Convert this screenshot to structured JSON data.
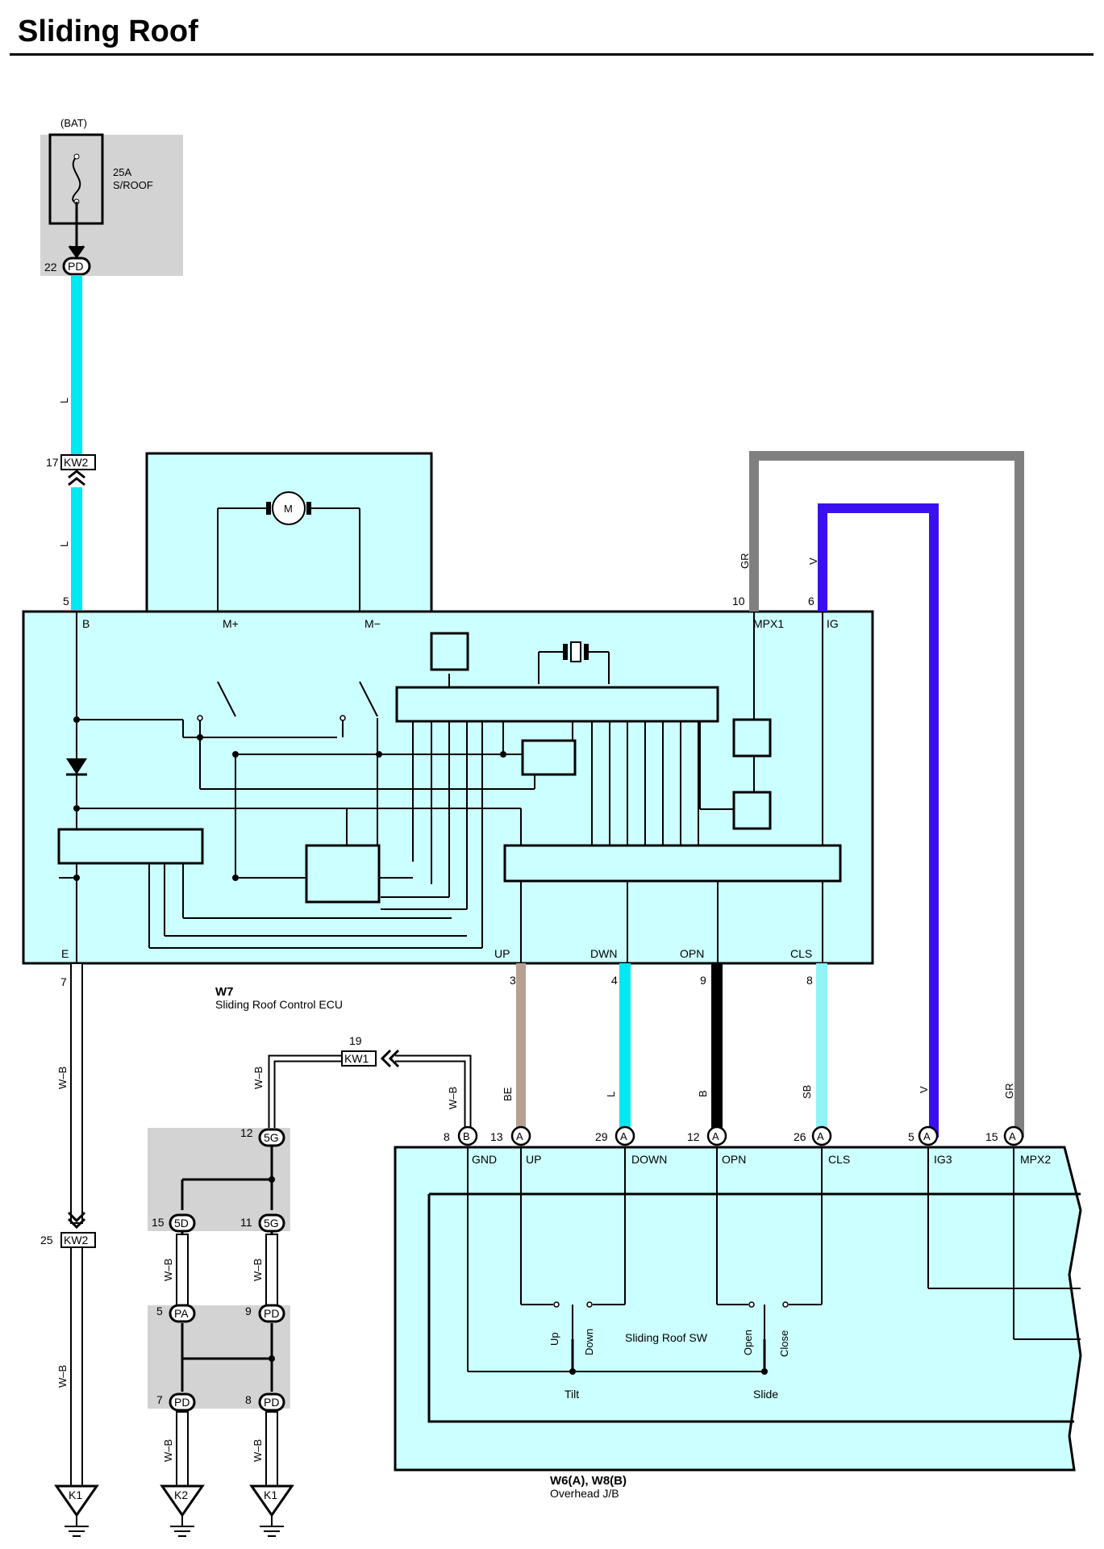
{
  "title": "Sliding Roof",
  "fuse": {
    "source": "(BAT)",
    "rating": "25A",
    "name": "S/ROOF",
    "connector": {
      "pin": "22",
      "code": "PD"
    }
  },
  "splices": {
    "kw2_top": {
      "pin": "17",
      "code": "KW2"
    },
    "kw2_bottom": {
      "pin": "25",
      "code": "KW2"
    },
    "kw1": {
      "pin": "19",
      "code": "KW1"
    }
  },
  "ecu": {
    "id": "W7",
    "name": "Sliding Roof Control ECU",
    "motor": "M",
    "terminals": {
      "B": {
        "label": "B",
        "pin": "5"
      },
      "Mp": {
        "label": "M+"
      },
      "Mm": {
        "label": "M−"
      },
      "MPX1": {
        "label": "MPX1",
        "pin": "10"
      },
      "IG": {
        "label": "IG",
        "pin": "6"
      },
      "E": {
        "label": "E",
        "pin": "7"
      },
      "UP": {
        "label": "UP",
        "pin": "3"
      },
      "DWN": {
        "label": "DWN",
        "pin": "4"
      },
      "OPN": {
        "label": "OPN",
        "pin": "9"
      },
      "CLS": {
        "label": "CLS",
        "pin": "8"
      }
    }
  },
  "wire_colors": {
    "L": {
      "code": "L",
      "hex": "#00e8f0"
    },
    "GR": {
      "code": "GR",
      "hex": "#808080"
    },
    "V": {
      "code": "V",
      "hex": "#3a10f0"
    },
    "WB": {
      "code": "W–B",
      "hex": "#ffffff"
    },
    "BE": {
      "code": "BE",
      "hex": "#b8a090"
    },
    "B": {
      "code": "B",
      "hex": "#000000"
    },
    "SB": {
      "code": "SB",
      "hex": "#90f4f4"
    }
  },
  "jb": {
    "id": "W6(A), W8(B)",
    "name": "Overhead J/B",
    "switch_name": "Sliding Roof SW",
    "tilt": "Tilt",
    "slide": "Slide",
    "up": "Up",
    "down": "Down",
    "open": "Open",
    "close": "Close",
    "pins": {
      "GND": {
        "label": "GND",
        "pin": "8",
        "conn": "B"
      },
      "UP": {
        "label": "UP",
        "pin": "13",
        "conn": "A"
      },
      "DOWN": {
        "label": "DOWN",
        "pin": "29",
        "conn": "A"
      },
      "OPN": {
        "label": "OPN",
        "pin": "12",
        "conn": "A"
      },
      "CLS": {
        "label": "CLS",
        "pin": "26",
        "conn": "A"
      },
      "IG3": {
        "label": "IG3",
        "pin": "5",
        "conn": "A"
      },
      "MPX2": {
        "label": "MPX2",
        "pin": "15",
        "conn": "A"
      }
    }
  },
  "ground_connectors": {
    "g5G_top": {
      "pin": "12",
      "code": "5G"
    },
    "g5D": {
      "pin": "15",
      "code": "5D"
    },
    "g5G_bot": {
      "pin": "11",
      "code": "5G"
    },
    "gPA": {
      "pin": "5",
      "code": "PA"
    },
    "gPD9": {
      "pin": "9",
      "code": "PD"
    },
    "gPD7": {
      "pin": "7",
      "code": "PD"
    },
    "gPD8": {
      "pin": "8",
      "code": "PD"
    }
  },
  "grounds": {
    "k1_left": "K1",
    "k2": "K2",
    "k1_right": "K1"
  }
}
